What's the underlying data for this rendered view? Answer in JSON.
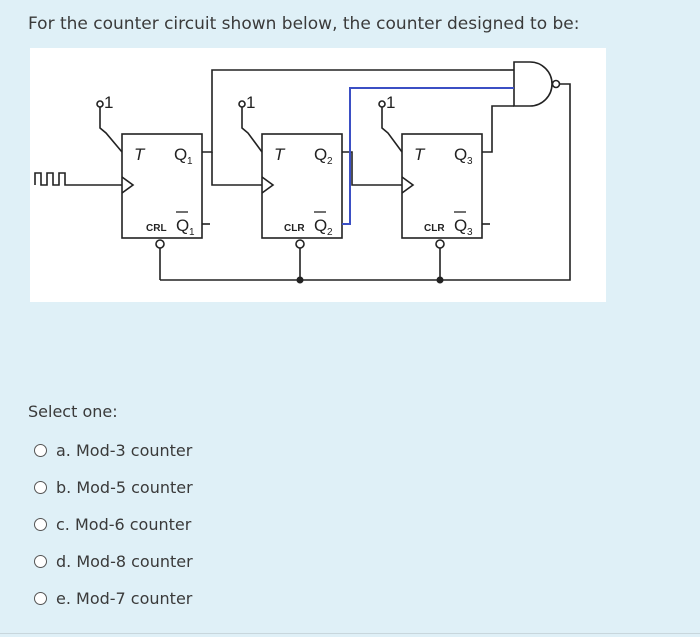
{
  "question": {
    "text": "For the counter circuit shown below, the counter designed to be:"
  },
  "circuit": {
    "ff1": {
      "t": "T",
      "q": "Q",
      "qsub": "1",
      "clr": "CRL",
      "qbar": "Q",
      "qbarsub": "1",
      "one": "1"
    },
    "ff2": {
      "t": "T",
      "q": "Q",
      "qsub": "2",
      "clr": "CLR",
      "qbar": "Q",
      "qbarsub": "2",
      "one": "1"
    },
    "ff3": {
      "t": "T",
      "q": "Q",
      "qsub": "3",
      "clr": "CLR",
      "qbar": "Q",
      "qbarsub": "3",
      "one": "1"
    },
    "highlight_color": "#3b4fc4"
  },
  "prompt": "Select one:",
  "options": [
    {
      "label": "a. Mod-3 counter"
    },
    {
      "label": "b. Mod-5 counter"
    },
    {
      "label": "c. Mod-6 counter"
    },
    {
      "label": "d. Mod-8 counter"
    },
    {
      "label": "e. Mod-7 counter"
    }
  ]
}
